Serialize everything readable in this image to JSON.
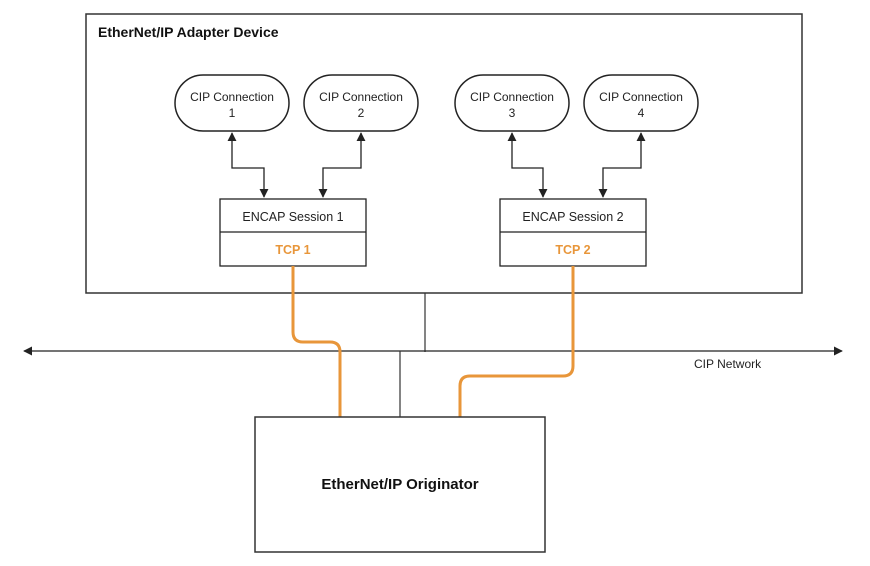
{
  "diagram": {
    "adapter": {
      "title": "EtherNet/IP Adapter Device"
    },
    "connections": [
      {
        "line1": "CIP Connection",
        "line2": "1"
      },
      {
        "line1": "CIP Connection",
        "line2": "2"
      },
      {
        "line1": "CIP Connection",
        "line2": "3"
      },
      {
        "line1": "CIP Connection",
        "line2": "4"
      }
    ],
    "sessions": [
      {
        "session": "ENCAP Session 1",
        "tcp": "TCP 1"
      },
      {
        "session": "ENCAP Session 2",
        "tcp": "TCP 2"
      }
    ],
    "network": {
      "label": "CIP Network"
    },
    "originator": {
      "title": "EtherNet/IP Originator"
    },
    "colors": {
      "tcp_link": "#e8963a",
      "tcp_text": "#e8963a",
      "line": "#222222"
    }
  }
}
